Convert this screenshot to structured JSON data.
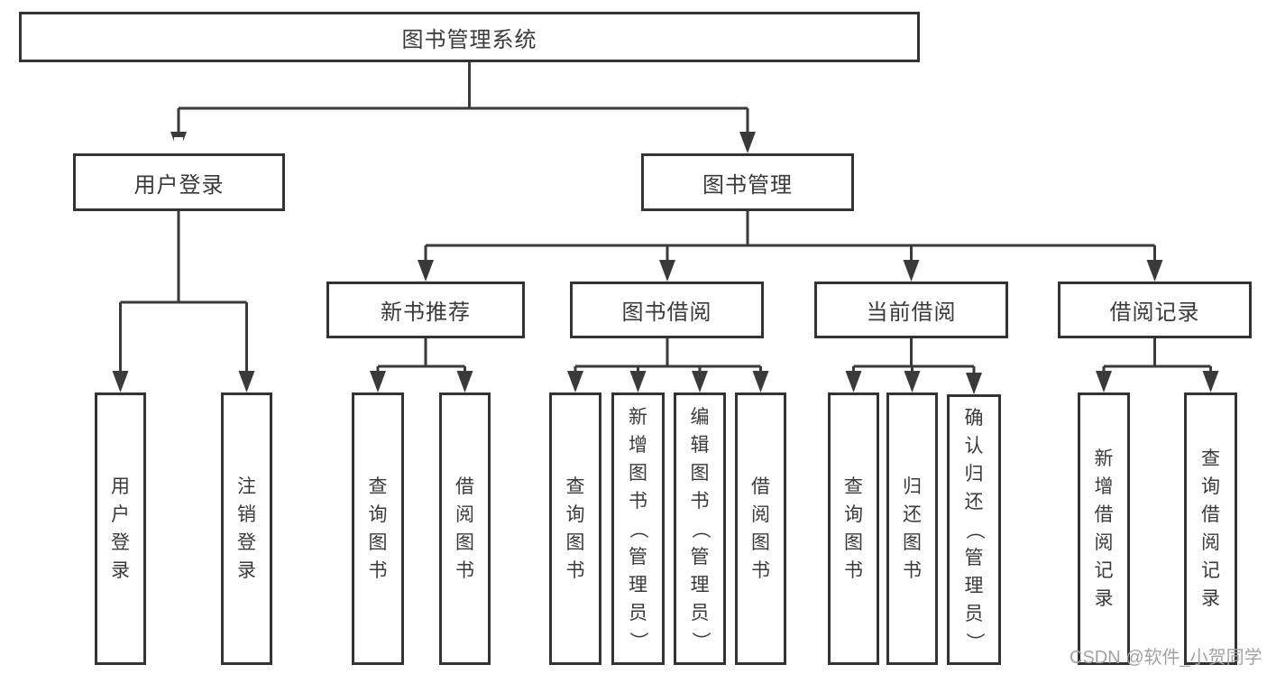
{
  "tree": {
    "root": {
      "label": "图书管理系统",
      "children": [
        {
          "label": "用户登录",
          "children": [
            {
              "label": "用户登录"
            },
            {
              "label": "注销登录"
            }
          ]
        },
        {
          "label": "图书管理",
          "children": [
            {
              "label": "新书推荐",
              "children": [
                {
                  "label": "查询图书"
                },
                {
                  "label": "借阅图书"
                }
              ]
            },
            {
              "label": "图书借阅",
              "children": [
                {
                  "label": "查询图书"
                },
                {
                  "label": "新增图书（管理员）"
                },
                {
                  "label": "编辑图书（管理员）"
                },
                {
                  "label": "借阅图书"
                }
              ]
            },
            {
              "label": "当前借阅",
              "children": [
                {
                  "label": "查询图书"
                },
                {
                  "label": "归还图书"
                },
                {
                  "label": "确认归还（管理员）"
                }
              ]
            },
            {
              "label": "借阅记录",
              "children": [
                {
                  "label": "新增借阅记录"
                },
                {
                  "label": "查询借阅记录"
                }
              ]
            }
          ]
        }
      ]
    }
  },
  "watermark": "CSDN @软件_小贺同学",
  "colors": {
    "line": "#3a3a3a",
    "border": "#333333",
    "text": "#3a3a3a",
    "background": "#ffffff",
    "watermark": "#a3a3a3"
  }
}
